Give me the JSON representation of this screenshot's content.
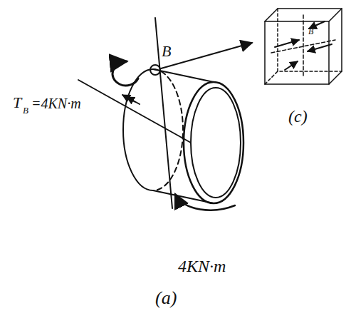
{
  "diagram": {
    "labels": [
      "B",
      "T",
      "B",
      "=4KN·m",
      "4KN·m",
      "(c)",
      "(a)",
      "B"
    ]
  }
}
